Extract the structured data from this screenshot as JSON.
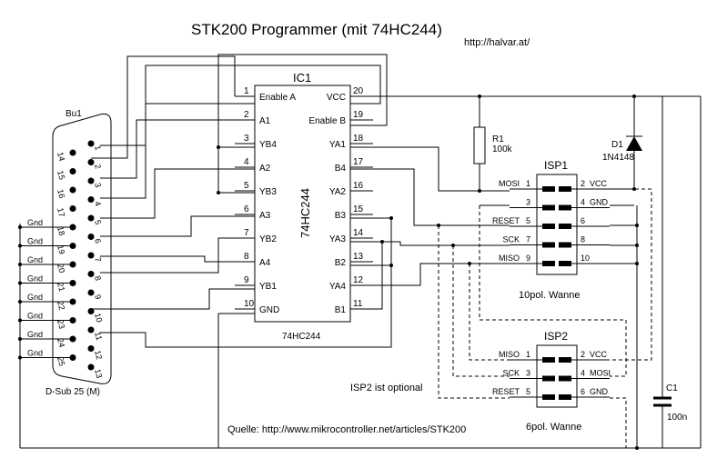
{
  "title": "STK200 Programmer (mit 74HC244)",
  "url": "http://halvar.at/",
  "source": "Quelle: http://www.mikrocontroller.net/articles/STK200",
  "note": "ISP2 ist optional",
  "ic": {
    "name": "IC1",
    "part": "74HC244",
    "caption": "74HC244",
    "left_pins": [
      {
        "num": "1",
        "label": "Enable A"
      },
      {
        "num": "2",
        "label": "A1"
      },
      {
        "num": "3",
        "label": "YB4"
      },
      {
        "num": "4",
        "label": "A2"
      },
      {
        "num": "5",
        "label": "YB3"
      },
      {
        "num": "6",
        "label": "A3"
      },
      {
        "num": "7",
        "label": "YB2"
      },
      {
        "num": "8",
        "label": "A4"
      },
      {
        "num": "9",
        "label": "YB1"
      },
      {
        "num": "10",
        "label": "GND"
      }
    ],
    "right_pins": [
      {
        "num": "20",
        "label": "VCC"
      },
      {
        "num": "19",
        "label": "Enable B"
      },
      {
        "num": "18",
        "label": "YA1"
      },
      {
        "num": "17",
        "label": "B4"
      },
      {
        "num": "16",
        "label": "YA2"
      },
      {
        "num": "15",
        "label": "B3"
      },
      {
        "num": "14",
        "label": "YA3"
      },
      {
        "num": "13",
        "label": "B2"
      },
      {
        "num": "12",
        "label": "YA4"
      },
      {
        "num": "11",
        "label": "B1"
      }
    ]
  },
  "dsub": {
    "name": "Bu1",
    "caption": "D-Sub 25 (M)",
    "top_pins": [
      "1",
      "2",
      "3",
      "4",
      "5",
      "6",
      "7",
      "8",
      "9",
      "10",
      "11",
      "12",
      "13"
    ],
    "bottom_pins": [
      "14",
      "15",
      "16",
      "17",
      "18",
      "19",
      "20",
      "21",
      "22",
      "23",
      "24",
      "25"
    ],
    "gnd_label": "Gnd"
  },
  "isp1": {
    "name": "ISP1",
    "caption": "10pol. Wanne",
    "rows": [
      {
        "l": "MOSI",
        "ln": "1",
        "rn": "2",
        "r": "VCC"
      },
      {
        "l": "",
        "ln": "3",
        "rn": "4",
        "r": "GND"
      },
      {
        "l": "RESET",
        "ln": "5",
        "rn": "6",
        "r": ""
      },
      {
        "l": "SCK",
        "ln": "7",
        "rn": "8",
        "r": ""
      },
      {
        "l": "MISO",
        "ln": "9",
        "rn": "10",
        "r": ""
      }
    ]
  },
  "isp2": {
    "name": "ISP2",
    "caption": "6pol. Wanne",
    "rows": [
      {
        "l": "MISO",
        "ln": "1",
        "rn": "2",
        "r": "VCC"
      },
      {
        "l": "SCK",
        "ln": "3",
        "rn": "4",
        "r": "MOSI"
      },
      {
        "l": "RESET",
        "ln": "5",
        "rn": "6",
        "r": "GND"
      }
    ]
  },
  "r1": {
    "name": "R1",
    "value": "100k"
  },
  "d1": {
    "name": "D1",
    "value": "1N4148"
  },
  "c1": {
    "name": "C1",
    "value": "100n"
  }
}
